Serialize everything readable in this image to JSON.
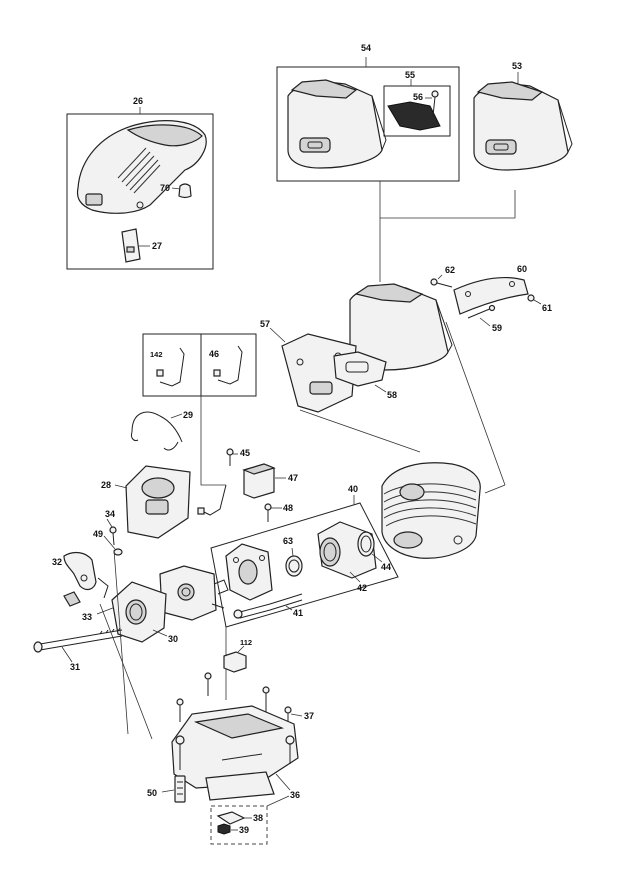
{
  "callouts": {
    "c26": "26",
    "c70": "70",
    "c27": "27",
    "c54": "54",
    "c55": "55",
    "c56": "56",
    "c53": "53",
    "c62": "62",
    "c60": "60",
    "c61": "61",
    "c59": "59",
    "c57": "57",
    "c58": "58",
    "c142": "142",
    "c46": "46",
    "c29": "29",
    "c28": "28",
    "c45": "45",
    "c47": "47",
    "c48": "48",
    "c40": "40",
    "c63": "63",
    "c44": "44",
    "c42": "42",
    "c41": "41",
    "c34": "34",
    "c49": "49",
    "c32": "32",
    "c33": "33",
    "c30": "30",
    "c31": "31",
    "c112": "112",
    "c37": "37",
    "c36": "36",
    "c50": "50",
    "c38": "38",
    "c39": "39"
  }
}
